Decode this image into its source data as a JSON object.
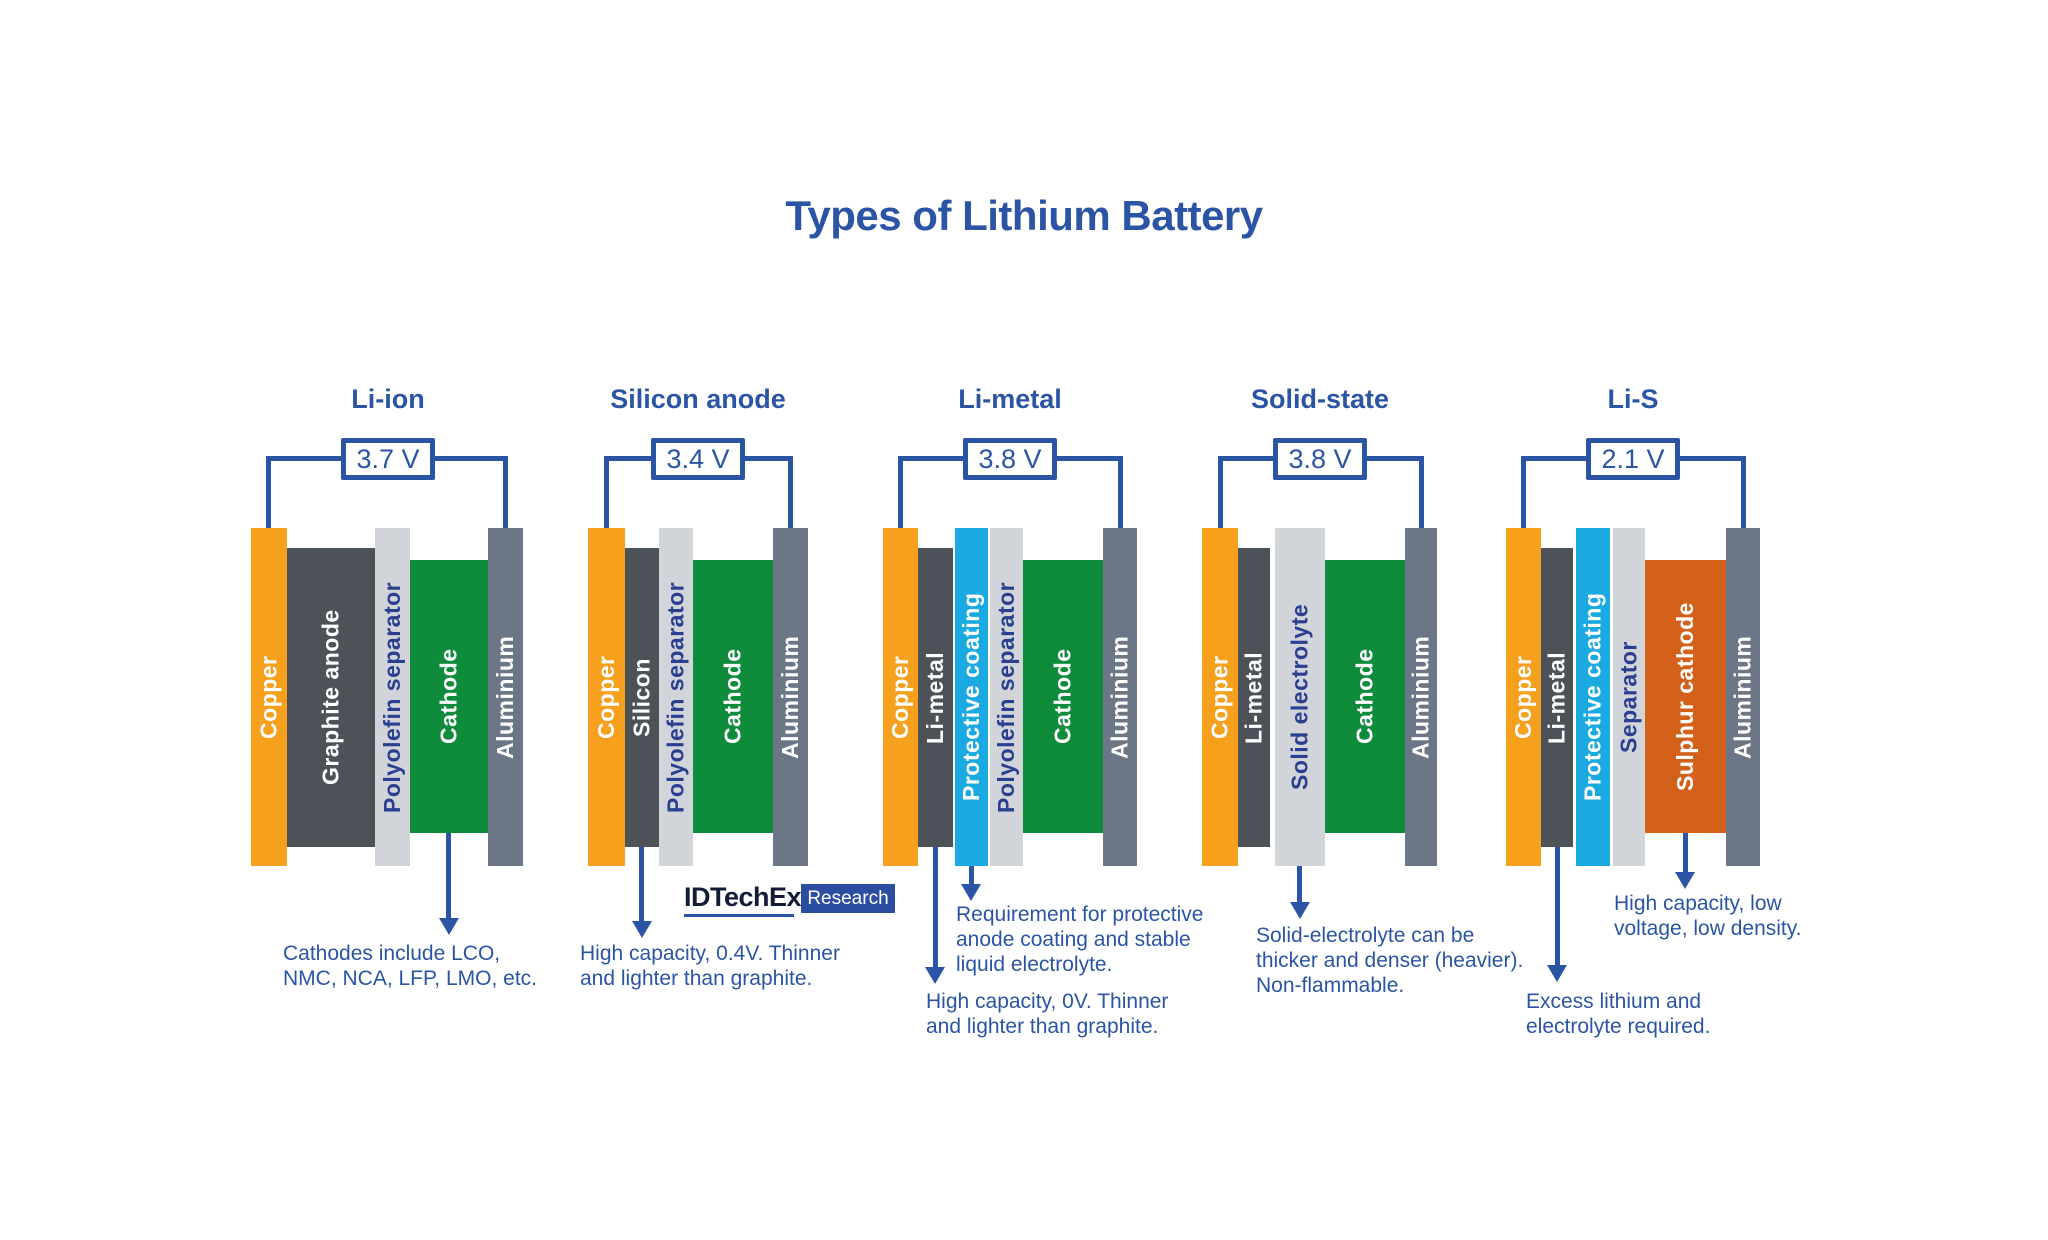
{
  "title": "Types of Lithium Battery",
  "colors": {
    "blue": "#2B55A4",
    "copper": "#F6A01E",
    "dark_gray": "#4C5258",
    "light_gray": "#D1D4D9",
    "green": "#0F8B3C",
    "slate": "#6B7686",
    "cyan": "#1BA9E1",
    "sulphur": "#D4611A",
    "separator_text": "#2A3F8F",
    "logo_navy": "#121C36",
    "logo_box_blue": "#2B4EA2"
  },
  "logo": {
    "brand": "IDTechEx",
    "suffix": "Research"
  },
  "batteries": [
    {
      "name": "Li-ion",
      "voltage": "3.7 V",
      "layers": [
        {
          "label": "Copper"
        },
        {
          "label": "Graphite anode"
        },
        {
          "label": "Polyolefin separator"
        },
        {
          "label": "Cathode"
        },
        {
          "label": "Aluminium"
        }
      ],
      "notes": [
        "Cathodes include LCO,\nNMC, NCA, LFP, LMO, etc."
      ]
    },
    {
      "name": "Silicon anode",
      "voltage": "3.4 V",
      "layers": [
        {
          "label": "Copper"
        },
        {
          "label": "Silicon"
        },
        {
          "label": "Polyolefin separator"
        },
        {
          "label": "Cathode"
        },
        {
          "label": "Aluminium"
        }
      ],
      "notes": [
        "High capacity, 0.4V. Thinner\nand lighter than graphite."
      ]
    },
    {
      "name": "Li-metal",
      "voltage": "3.8 V",
      "layers": [
        {
          "label": "Copper"
        },
        {
          "label": "Li-metal"
        },
        {
          "label": "Protective coating"
        },
        {
          "label": "Polyolefin separator"
        },
        {
          "label": "Cathode"
        },
        {
          "label": "Aluminium"
        }
      ],
      "notes": [
        "Requirement for protective\nanode coating and stable\nliquid electrolyte.",
        "High capacity, 0V. Thinner\nand lighter than graphite."
      ]
    },
    {
      "name": "Solid-state",
      "voltage": "3.8 V",
      "layers": [
        {
          "label": "Copper"
        },
        {
          "label": "Li-metal"
        },
        {
          "label": "Solid electrolyte"
        },
        {
          "label": "Cathode"
        },
        {
          "label": "Aluminium"
        }
      ],
      "notes": [
        "Solid-electrolyte can be\nthicker and denser (heavier).\nNon-flammable."
      ]
    },
    {
      "name": "Li-S",
      "voltage": "2.1 V",
      "layers": [
        {
          "label": "Copper"
        },
        {
          "label": "Li-metal"
        },
        {
          "label": "Protective coating"
        },
        {
          "label": "Separator"
        },
        {
          "label": "Sulphur cathode"
        },
        {
          "label": "Aluminium"
        }
      ],
      "notes": [
        "High capacity, low\nvoltage, low density.",
        "Excess lithium and\nelectrolyte required."
      ]
    }
  ]
}
